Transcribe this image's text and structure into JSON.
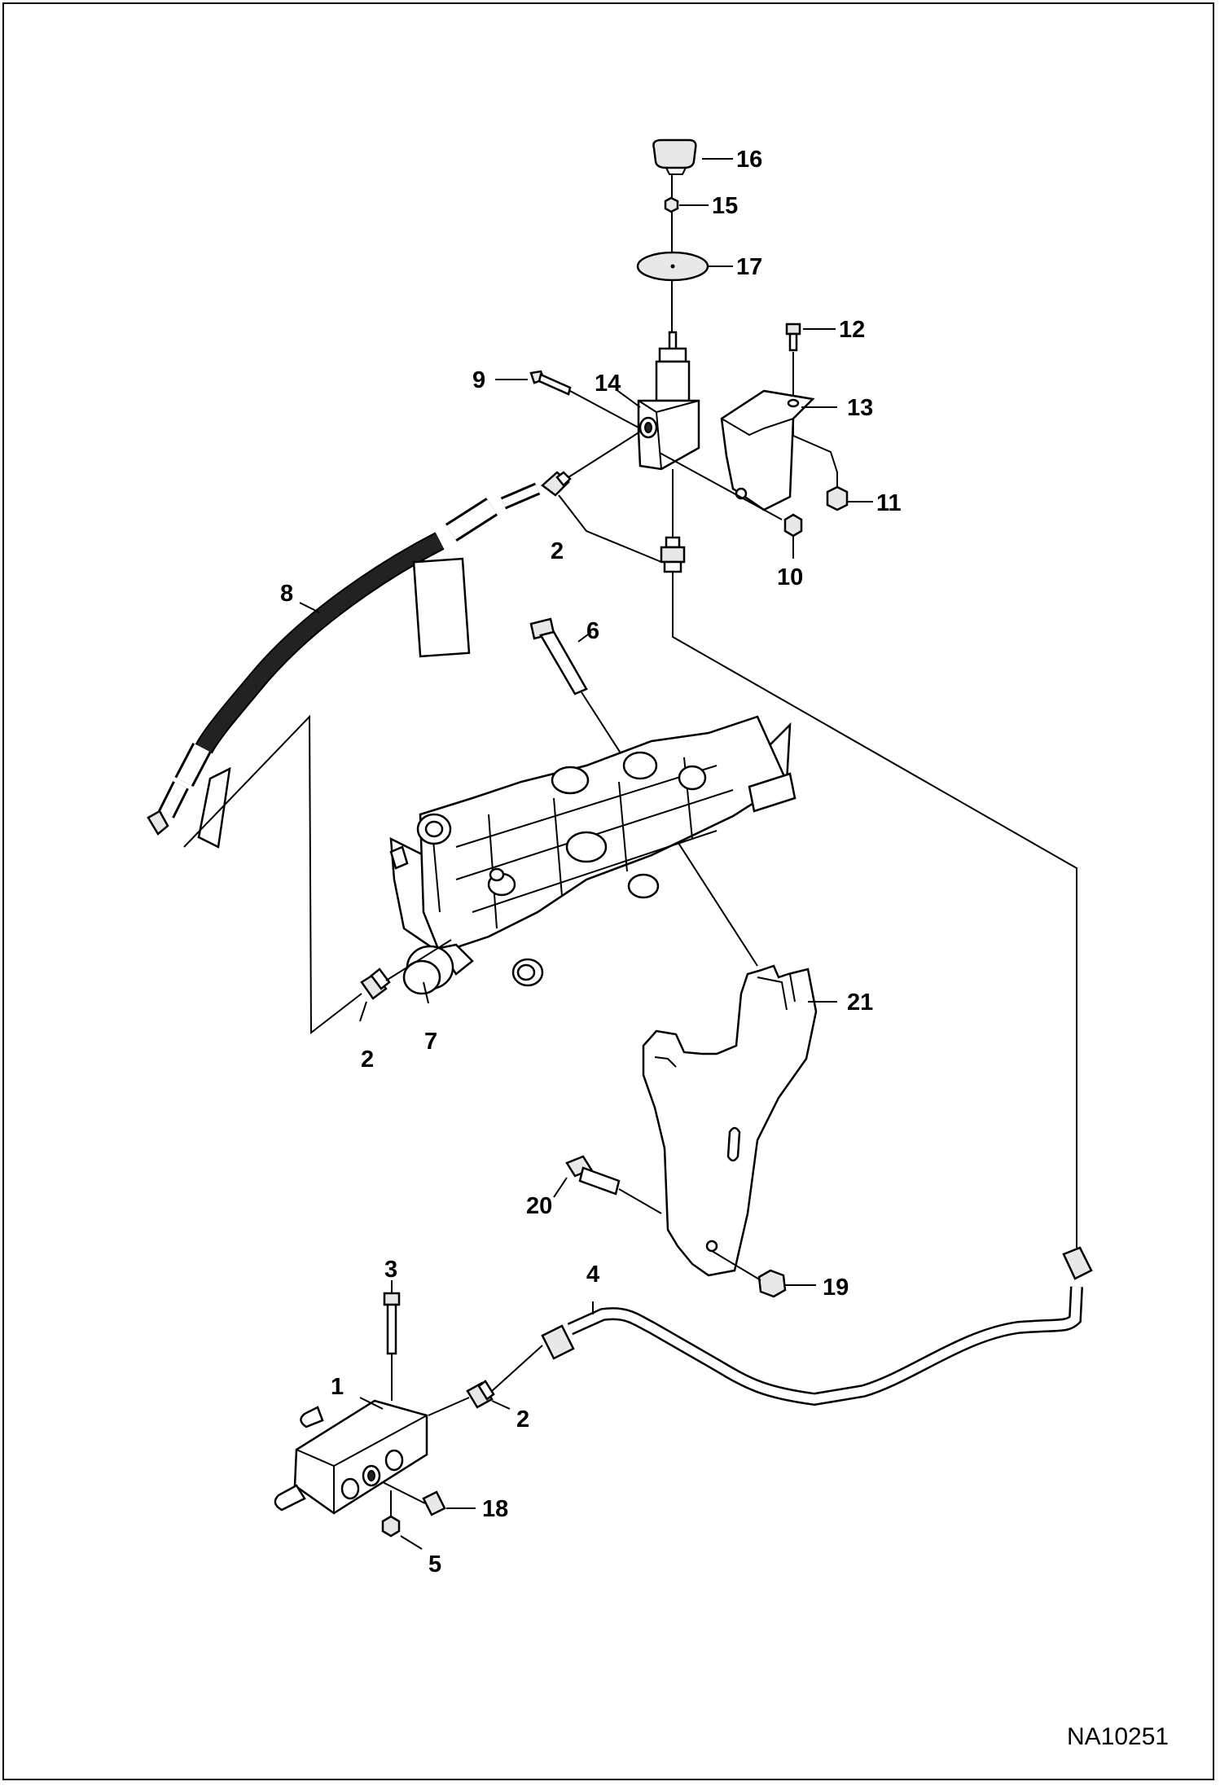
{
  "drawing": {
    "code": "NA10251",
    "callouts": [
      {
        "id": "c16",
        "label": "16"
      },
      {
        "id": "c15",
        "label": "15"
      },
      {
        "id": "c17",
        "label": "17"
      },
      {
        "id": "c12",
        "label": "12"
      },
      {
        "id": "c9",
        "label": "9"
      },
      {
        "id": "c14",
        "label": "14"
      },
      {
        "id": "c13",
        "label": "13"
      },
      {
        "id": "c11",
        "label": "11"
      },
      {
        "id": "c2a",
        "label": "2"
      },
      {
        "id": "c10",
        "label": "10"
      },
      {
        "id": "c8",
        "label": "8"
      },
      {
        "id": "c6",
        "label": "6"
      },
      {
        "id": "c21",
        "label": "21"
      },
      {
        "id": "c2b",
        "label": "2"
      },
      {
        "id": "c7",
        "label": "7"
      },
      {
        "id": "c20",
        "label": "20"
      },
      {
        "id": "c3",
        "label": "3"
      },
      {
        "id": "c4",
        "label": "4"
      },
      {
        "id": "c19",
        "label": "19"
      },
      {
        "id": "c1",
        "label": "1"
      },
      {
        "id": "c2c",
        "label": "2"
      },
      {
        "id": "c18",
        "label": "18"
      },
      {
        "id": "c5",
        "label": "5"
      }
    ]
  }
}
